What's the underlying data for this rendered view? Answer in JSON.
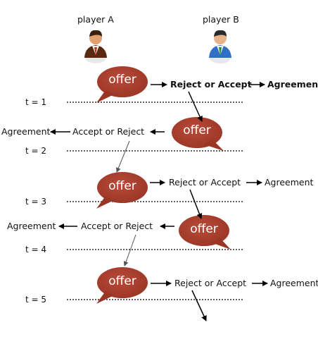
{
  "players": {
    "a": "player A",
    "b": "player B"
  },
  "time_labels": [
    "t = 1",
    "t = 2",
    "t = 3",
    "t = 4",
    "t = 5"
  ],
  "offer_text": "offer",
  "reject_accept": "Reject or Accept",
  "accept_reject": "Accept or Reject",
  "agreement": "Agreement",
  "colors": {
    "bubble": "#a8402f",
    "line": "#000000"
  },
  "icons": [
    "avatar-a-icon",
    "avatar-b-icon"
  ]
}
